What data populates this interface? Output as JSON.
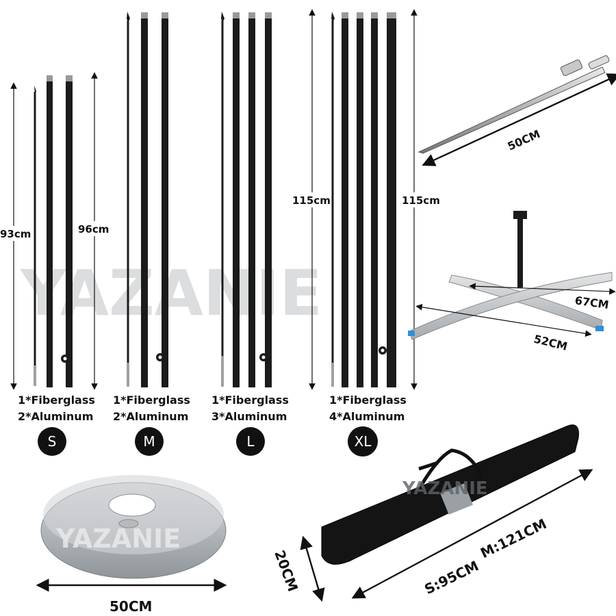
{
  "watermark": {
    "main": "YAZANIE",
    "bag": "YAZANIE",
    "base": "YAZANIE"
  },
  "kits": [
    {
      "size": "S",
      "line1": "1*Fiberglass",
      "line2": "2*Aluminum",
      "height_left": "93cm",
      "height_right": "96cm"
    },
    {
      "size": "M",
      "line1": "1*Fiberglass",
      "line2": "2*Aluminum"
    },
    {
      "size": "L",
      "line1": "1*Fiberglass",
      "line2": "3*Aluminum",
      "height_left": "115cm"
    },
    {
      "size": "XL",
      "line1": "1*Fiberglass",
      "line2": "4*Aluminum",
      "height_right": "115cm"
    }
  ],
  "spike": {
    "length": "50CM"
  },
  "cross_base": {
    "length": "67CM",
    "width": "52CM"
  },
  "water_base": {
    "diameter": "50CM"
  },
  "bag": {
    "height": "20CM",
    "small": "S:95CM",
    "medium": "M:121CM"
  },
  "colors": {
    "pole": "#1b1b1b",
    "aluminum_cap": "#9a9a9a",
    "base_grey": "#c9cdd0",
    "bag": "#141414",
    "accent_blue": "#2f8fd8"
  }
}
